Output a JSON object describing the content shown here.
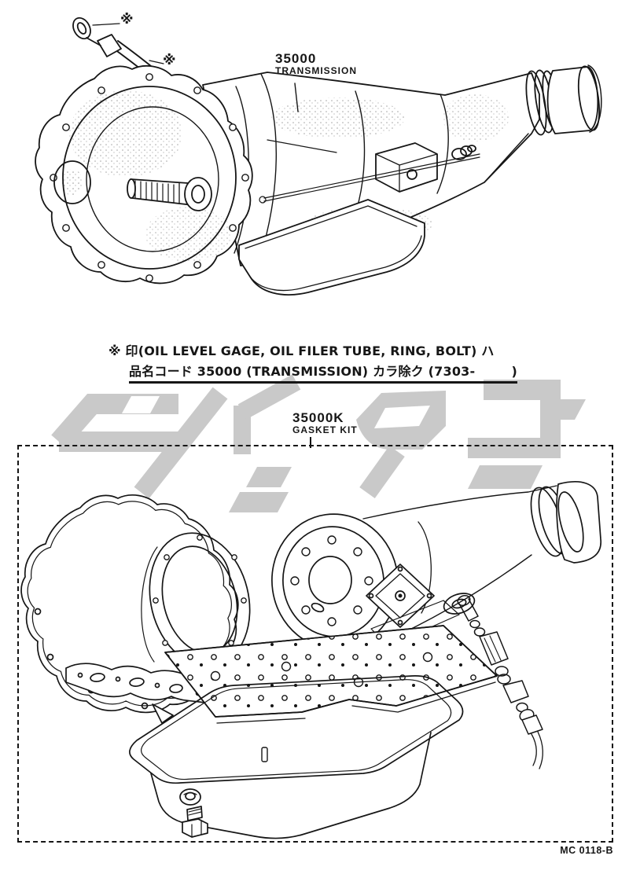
{
  "colors": {
    "paper": "#ffffff",
    "ink": "#161616",
    "watermark": "#c9c9c9"
  },
  "figure_top": {
    "part_code": "35000",
    "part_name": "TRANSMISSION",
    "markers": [
      "※",
      "※"
    ]
  },
  "note": {
    "line1": "※ 印(OIL LEVEL GAGE, OIL FILER TUBE, RING, BOLT) ハ",
    "line2": "品名コード 35000 (TRANSMISSION) カラ除ク (7303-        )"
  },
  "figure_bottom": {
    "part_code": "35000K",
    "part_name": "GASKET KIT"
  },
  "footer": {
    "drawing_code": "MC 0118-B"
  }
}
